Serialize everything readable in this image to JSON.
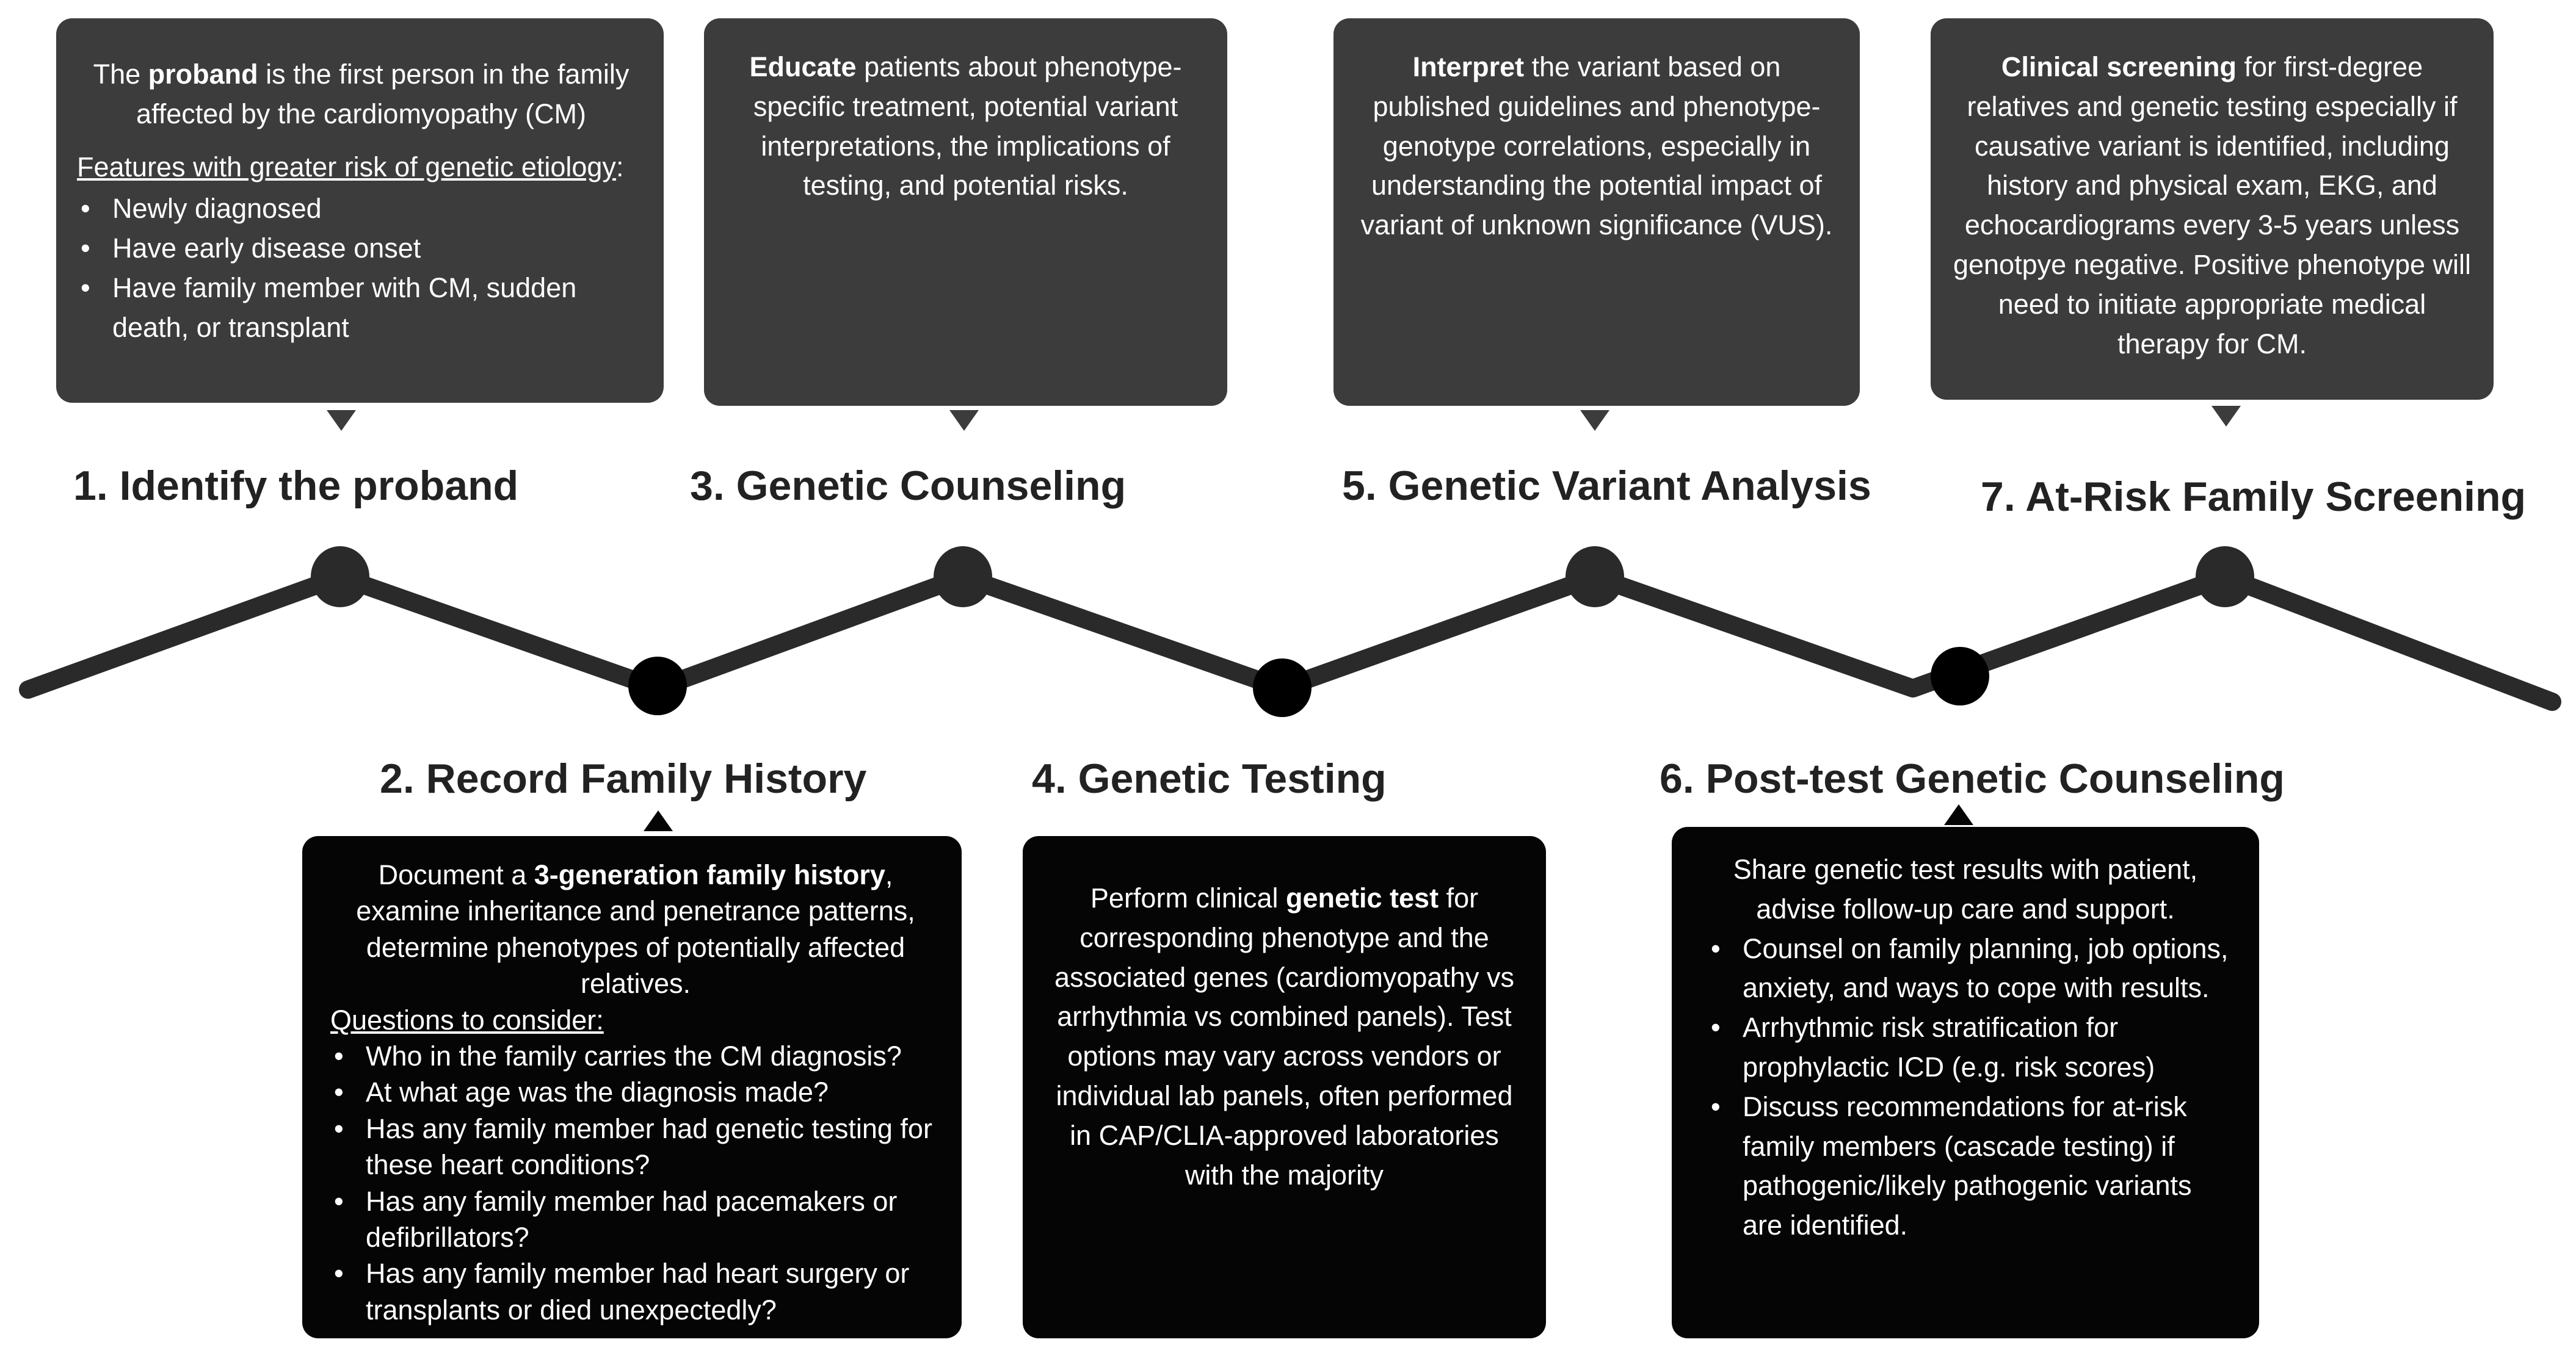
{
  "steps": [
    {
      "title": "1. Identify the proband",
      "lead_pre": "The ",
      "lead_bold": "proband",
      "lead_post": " is the first person in the family affected by the cardiomyopathy (CM)",
      "sub_heading": "Features with greater risk of genetic etiology",
      "sub_suffix": ":",
      "bullets": [
        "Newly  diagnosed",
        "Have early disease onset",
        "Have family member with CM,  sudden death, or transplant"
      ]
    },
    {
      "title": "2. Record Family History",
      "lead_pre": "Document a ",
      "lead_bold": "3-generation family history",
      "lead_post": ", examine inheritance and penetrance patterns, determine phenotypes of potentially affected relatives.",
      "sub_heading": "Questions to consider:",
      "bullets": [
        "Who in the family carries the CM diagnosis?",
        "At what age was the diagnosis made?",
        "Has any family member had genetic testing for these heart conditions?",
        "Has any family member had pacemakers or defibrillators?",
        "Has any family member had heart surgery or transplants or died unexpectedly?"
      ]
    },
    {
      "title": "3. Genetic Counseling",
      "lead_bold": "Educate",
      "lead_post": " patients about phenotype-specific treatment, potential variant interpretations, the implications of testing, and potential risks."
    },
    {
      "title": "4. Genetic Testing",
      "lead_pre": "Perform clinical ",
      "lead_bold": "genetic test",
      "lead_post": " for corresponding phenotype and the associated genes (cardiomyopathy vs arrhythmia vs combined panels).  Test options may vary across vendors or individual lab panels, often performed in CAP/CLIA-approved laboratories with the majority"
    },
    {
      "title": "5. Genetic Variant Analysis",
      "lead_bold": "Interpret",
      "lead_post": " the variant based on published guidelines and phenotype-genotype correlations, especially in understanding the potential impact of variant of unknown significance (VUS)."
    },
    {
      "title": "6. Post-test Genetic Counseling",
      "lead_post": "Share genetic test results with patient, advise follow-up care and support.",
      "bullets": [
        "Counsel on family planning, job options, anxiety, and ways to cope with results.",
        "Arrhythmic risk stratification for prophylactic ICD (e.g. risk scores)",
        "Discuss recommendations for at-risk family members (cascade testing) if pathogenic/likely pathogenic variants are identified."
      ]
    },
    {
      "title": "7. At-Risk Family Screening",
      "lead_bold": "Clinical screening",
      "lead_post": " for first-degree relatives and genetic testing especially if causative variant is identified, including history and physical exam, EKG, and echocardiograms every 3-5 years unless genotpye negative. Positive phenotype will need to initiate appropriate medical therapy for CM."
    }
  ],
  "colors": {
    "gray_box": "#3c3c3c",
    "black_box": "#050505",
    "line": "#2a2a2a",
    "dot": "#000000"
  }
}
